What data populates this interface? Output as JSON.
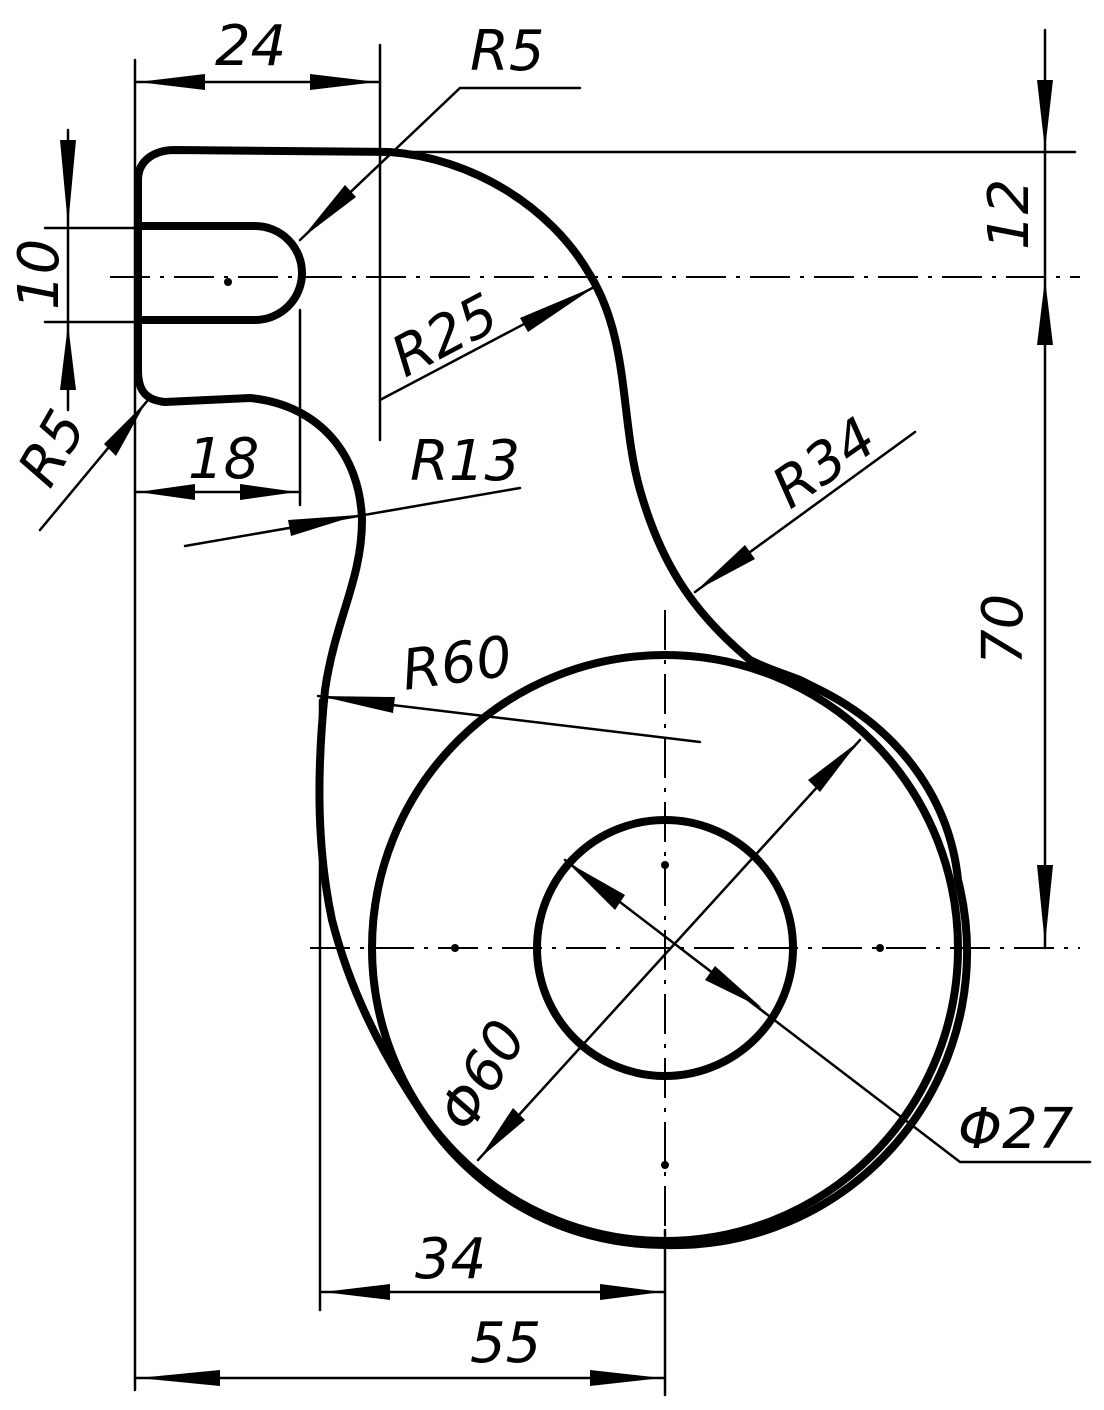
{
  "drawing": {
    "dimensions": {
      "width_top": "24",
      "radius_top_right": "R5",
      "height_right_upper": "12",
      "slot_width": "10",
      "radius_left": "R5",
      "slot_length": "18",
      "radius_inner": "R13",
      "radius_upper_arc": "R25",
      "radius_right_arc": "R34",
      "radius_left_arc": "R60",
      "height_right_main": "70",
      "outer_diameter": "Φ60",
      "inner_diameter": "Φ27",
      "offset_bottom": "34",
      "width_bottom": "55"
    }
  }
}
